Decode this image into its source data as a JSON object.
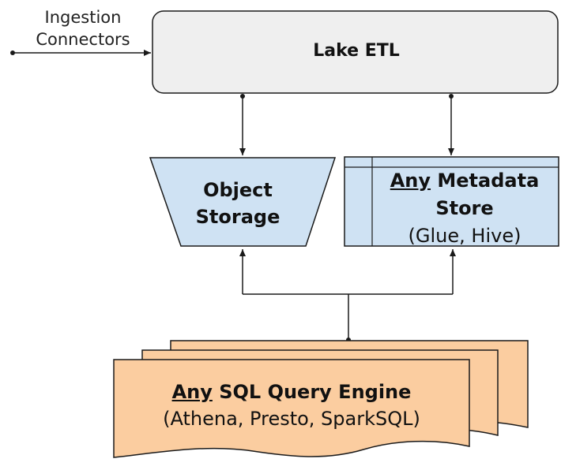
{
  "colors": {
    "etl_fill": "#efefef",
    "storage_fill": "#cfe2f3",
    "engine_fill": "#fbcda0",
    "stroke": "#1a1a1a"
  },
  "ingestion": {
    "line1": "Ingestion",
    "line2": "Connectors"
  },
  "lake_etl": {
    "title": "Lake ETL"
  },
  "object_storage": {
    "line1": "Object",
    "line2": "Storage"
  },
  "metadata_store": {
    "any": "Any",
    "line1_rest": " Metadata",
    "line2": "Store",
    "line3": "(Glue, Hive)"
  },
  "sql_engine": {
    "any": "Any",
    "title_rest": " SQL Query Engine",
    "subtitle": "(Athena, Presto, SparkSQL)"
  }
}
